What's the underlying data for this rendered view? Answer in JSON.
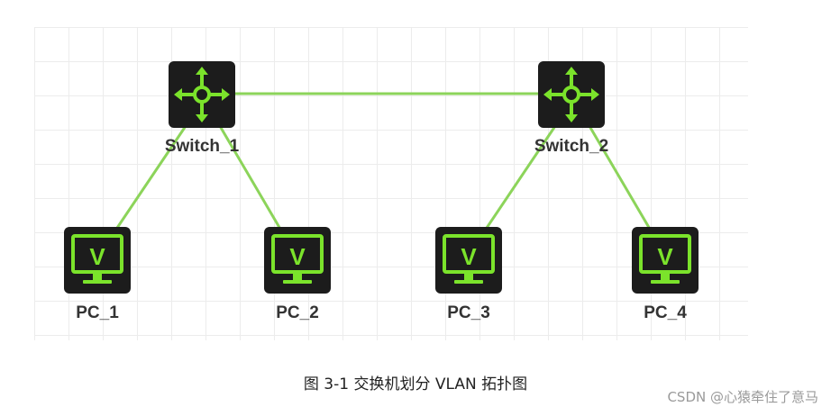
{
  "diagram": {
    "nodes": [
      {
        "id": "switch_1",
        "type": "switch",
        "label": "Switch_1"
      },
      {
        "id": "switch_2",
        "type": "switch",
        "label": "Switch_2"
      },
      {
        "id": "pc_1",
        "type": "pc",
        "label": "PC_1",
        "screen_letter": "V"
      },
      {
        "id": "pc_2",
        "type": "pc",
        "label": "PC_2",
        "screen_letter": "V"
      },
      {
        "id": "pc_3",
        "type": "pc",
        "label": "PC_3",
        "screen_letter": "V"
      },
      {
        "id": "pc_4",
        "type": "pc",
        "label": "PC_4",
        "screen_letter": "V"
      }
    ],
    "links": [
      [
        "switch_1",
        "switch_2"
      ],
      [
        "switch_1",
        "pc_1"
      ],
      [
        "switch_1",
        "pc_2"
      ],
      [
        "switch_2",
        "pc_3"
      ],
      [
        "switch_2",
        "pc_4"
      ]
    ],
    "colors": {
      "link": "#8cd45a",
      "icon_accent": "#7be32b",
      "device_body": "#1c1c1c",
      "grid": "#ececec",
      "label": "#333333"
    }
  },
  "caption": "图  3-1  交换机划分 VLAN 拓扑图",
  "watermark": "CSDN @心猿牵住了意马"
}
